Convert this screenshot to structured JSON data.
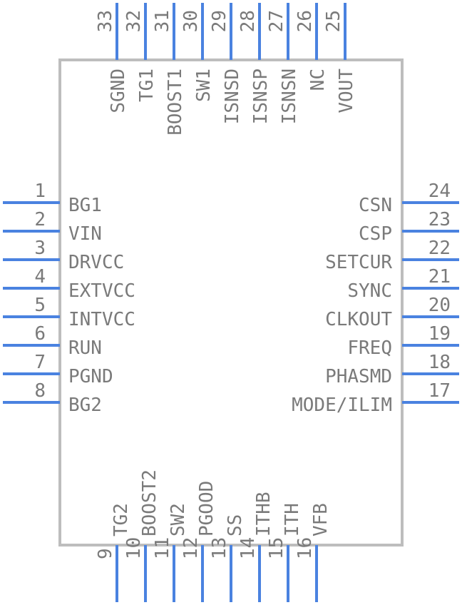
{
  "colors": {
    "pin": "#4a82e0",
    "body_outline": "#bdbdbd",
    "text": "#7a7a7a"
  },
  "pins_left": [
    {
      "num": "1",
      "name": "BG1"
    },
    {
      "num": "2",
      "name": "VIN"
    },
    {
      "num": "3",
      "name": "DRVCC"
    },
    {
      "num": "4",
      "name": "EXTVCC"
    },
    {
      "num": "5",
      "name": "INTVCC"
    },
    {
      "num": "6",
      "name": "RUN"
    },
    {
      "num": "7",
      "name": "PGND"
    },
    {
      "num": "8",
      "name": "BG2"
    }
  ],
  "pins_bottom": [
    {
      "num": "9",
      "name": "TG2"
    },
    {
      "num": "10",
      "name": "BOOST2"
    },
    {
      "num": "11",
      "name": "SW2"
    },
    {
      "num": "12",
      "name": "PGOOD"
    },
    {
      "num": "13",
      "name": "SS"
    },
    {
      "num": "14",
      "name": "ITHB"
    },
    {
      "num": "15",
      "name": "ITH"
    },
    {
      "num": "16",
      "name": "VFB"
    }
  ],
  "pins_right": [
    {
      "num": "17",
      "name": "MODE/ILIM"
    },
    {
      "num": "18",
      "name": "PHASMD"
    },
    {
      "num": "19",
      "name": "FREQ"
    },
    {
      "num": "20",
      "name": "CLKOUT"
    },
    {
      "num": "21",
      "name": "SYNC"
    },
    {
      "num": "22",
      "name": "SETCUR"
    },
    {
      "num": "23",
      "name": "CSP"
    },
    {
      "num": "24",
      "name": "CSN"
    }
  ],
  "pins_top": [
    {
      "num": "25",
      "name": "VOUT"
    },
    {
      "num": "26",
      "name": "NC"
    },
    {
      "num": "27",
      "name": "ISNSN"
    },
    {
      "num": "28",
      "name": "ISNSP"
    },
    {
      "num": "29",
      "name": "ISNSD"
    },
    {
      "num": "30",
      "name": "SW1"
    },
    {
      "num": "31",
      "name": "BOOST1"
    },
    {
      "num": "32",
      "name": "TG1"
    },
    {
      "num": "33",
      "name": "SGND"
    }
  ]
}
